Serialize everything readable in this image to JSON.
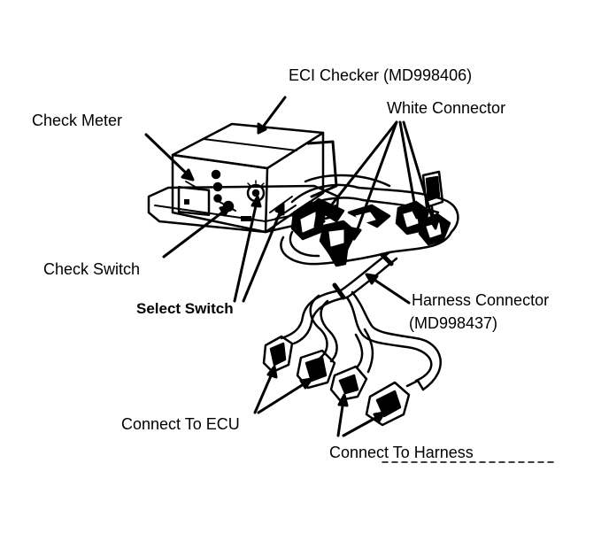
{
  "labels": {
    "eci_checker": "ECI Checker (MD998406)",
    "white_connector": "White Connector",
    "check_meter": "Check Meter",
    "check_switch": "Check Switch",
    "select_switch": "Select Switch",
    "harness_connector_line1": "Harness Connector",
    "harness_connector_line2": "(MD998437)",
    "connect_ecu": "Connect To ECU",
    "connect_harness": "Connect To Harness"
  },
  "colors": {
    "ink": "#000000",
    "paper": "#ffffff"
  }
}
